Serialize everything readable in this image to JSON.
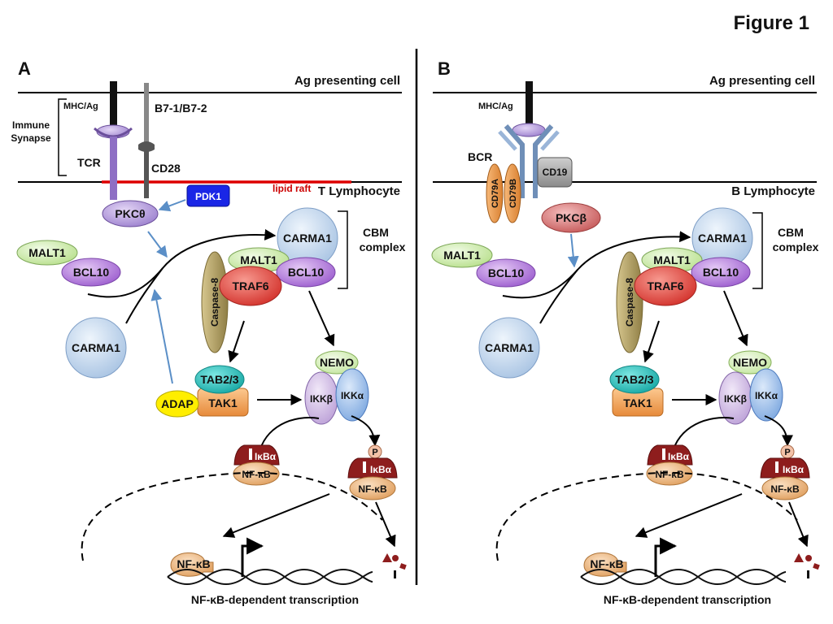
{
  "figure_title": "Figure 1",
  "colors": {
    "carma": "#c9ddf2",
    "malt": "#d8f0b8",
    "bcl10": "#c690e6",
    "traf6": "#e8514a",
    "caspase": "#b5a265",
    "tab": "#2cc7c3",
    "tak": "#f6a55a",
    "adap": "#ffee00",
    "nemo": "#dff3c8",
    "ikkb": "#d9c6ea",
    "ikka": "#a9c9f0",
    "ikb": "#8e1d1d",
    "nfkb": "#f3c08c",
    "pdk1": "#1a26e6",
    "pkc": "#c2a8e6",
    "pkcb": "#e38282",
    "raft": "#dd0000",
    "arrow_blue": "#5b8fc7"
  },
  "panel_a": {
    "letter": "A",
    "apc_label": "Ag presenting cell",
    "lymphocyte_label": "T Lymphocyte",
    "mhc_label": "MHC/Ag",
    "b7_label": "B7-1/B7-2",
    "synapse_label_1": "Immune",
    "synapse_label_2": "Synapse",
    "tcr_label": "TCR",
    "cd28_label": "CD28",
    "lipid_raft": "lipid raft",
    "pdk1": "PDK1",
    "pkc": "PKCθ",
    "cbm_1": "CBM",
    "cbm_2": "complex",
    "malt1_free": "MALT1",
    "bcl10_free": "BCL10",
    "carma1_free": "CARMA1",
    "carma1": "CARMA1",
    "malt1": "MALT1",
    "bcl10": "BCL10",
    "caspase8": "Caspase-8",
    "traf6": "TRAF6",
    "nemo": "NEMO",
    "ikkb": "IKKβ",
    "ikka": "IKKα",
    "tab23": "TAB2/3",
    "tak1": "TAK1",
    "adap": "ADAP",
    "ikb": "IκBα",
    "nfkb": "NF-κB",
    "phospho": "P",
    "nfkb_nuclear": "NF-κB",
    "transcription": "NF-κB-dependent transcription"
  },
  "panel_b": {
    "letter": "B",
    "apc_label": "Ag presenting cell",
    "lymphocyte_label": "B Lymphocyte",
    "mhc_label": "MHC/Ag",
    "bcr_label": "BCR",
    "cd79a": "CD79A",
    "cd79b": "CD79B",
    "cd19": "CD19",
    "pkcb": "PKCβ",
    "cbm_1": "CBM",
    "cbm_2": "complex",
    "malt1_free": "MALT1",
    "bcl10_free": "BCL10",
    "carma1_free": "CARMA1",
    "carma1": "CARMA1",
    "malt1": "MALT1",
    "bcl10": "BCL10",
    "caspase8": "Caspase-8",
    "traf6": "TRAF6",
    "nemo": "NEMO",
    "ikkb": "IKKβ",
    "ikka": "IKKα",
    "tab23": "TAB2/3",
    "tak1": "TAK1",
    "ikb": "IκBα",
    "nfkb": "NF-κB",
    "phospho": "P",
    "nfkb_nuclear": "NF-κB",
    "transcription": "NF-κB-dependent transcription"
  }
}
